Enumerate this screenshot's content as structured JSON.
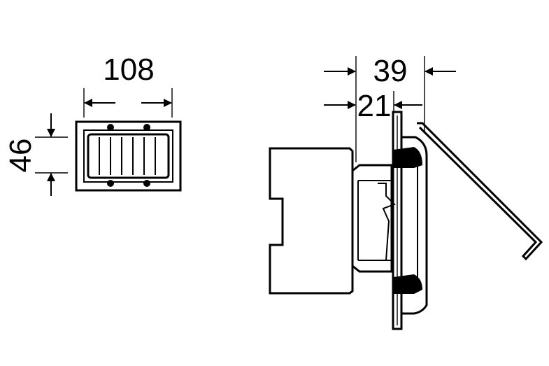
{
  "dimensions": {
    "front_width": "108",
    "front_height": "46",
    "side_total_depth": "39",
    "side_partial_depth": "21"
  },
  "colors": {
    "line": "#000000",
    "background": "#ffffff"
  }
}
